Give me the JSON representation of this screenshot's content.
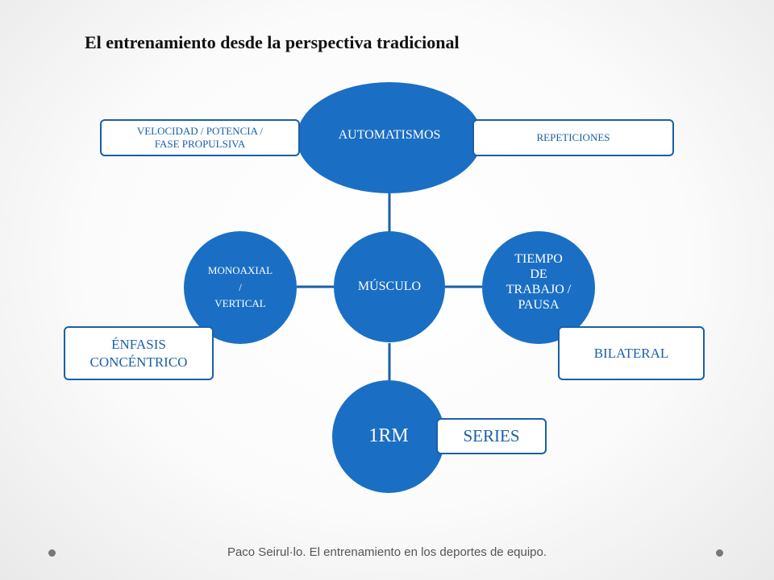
{
  "title": "El entrenamiento desde la perspectiva tradicional",
  "nodes": {
    "center": "MÚSCULO",
    "top": "AUTOMATISMOS",
    "left_line1": "MONOAXIAL",
    "left_line2": "/",
    "left_line3": "VERTICAL",
    "right_line1": "TIEMPO",
    "right_line2": "DE",
    "right_line3": "TRABAJO /",
    "right_line4": "PAUSA",
    "bottom": "1RM"
  },
  "boxes": {
    "velocidad_line1": "VELOCIDAD / POTENCIA /",
    "velocidad_line2": "FASE PROPULSIVA",
    "repeticiones": "REPETICIONES",
    "enfasis_line1": "ÉNFASIS",
    "enfasis_line2": "CONCÉNTRICO",
    "bilateral": "BILATERAL",
    "series": "SERIES"
  },
  "footer": "Paco Seirul·lo. El entrenamiento en los deportes de equipo.",
  "colors": {
    "node_fill": "#1a6fc4",
    "box_border": "#1a5fa8",
    "text_on_node": "#ffffff"
  }
}
